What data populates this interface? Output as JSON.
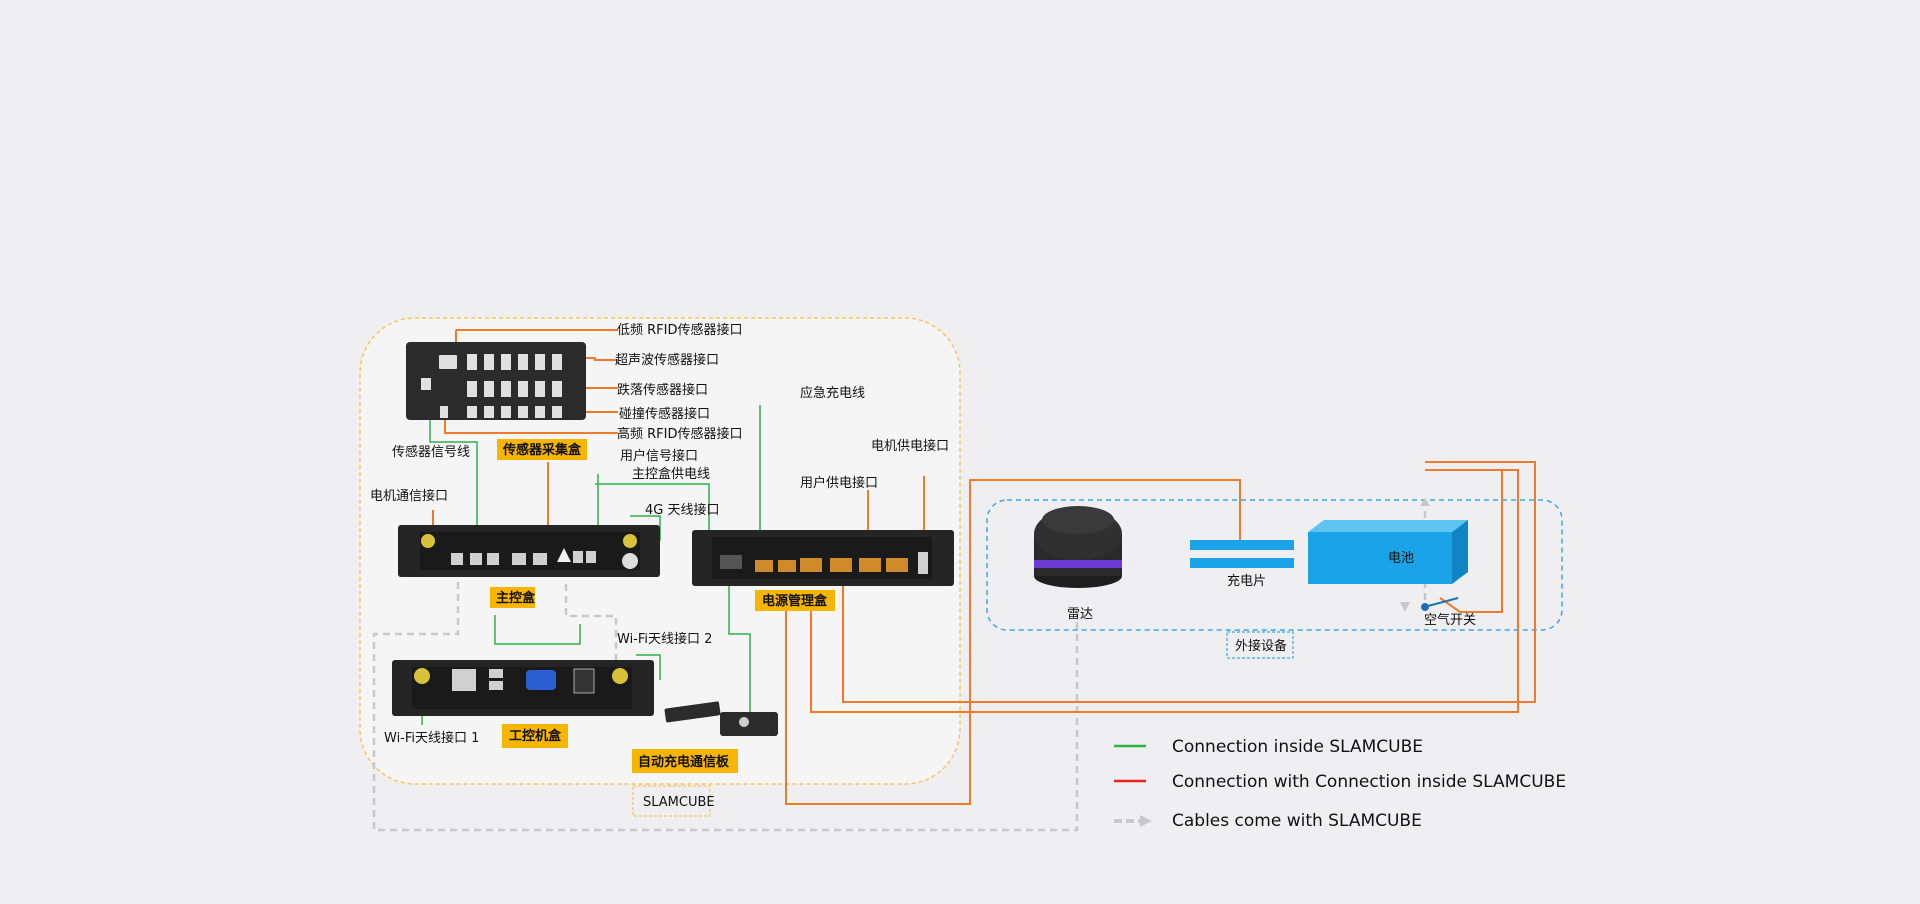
{
  "labels": {
    "low_rfid": "低频 RFID传感器接口",
    "ultrasonic": "超声波传感器接口",
    "cliff": "跌落传感器接口",
    "bump": "碰撞传感器接口",
    "high_rfid": "高频 RFID传感器接口",
    "sensor_signal": "传感器信号线",
    "user_signal": "用户信号接口",
    "main_power": "主控盒供电线",
    "motor_comm": "电机通信接口",
    "antenna_4g": "4G 天线接口",
    "emergency_charge": "应急充电线",
    "user_power": "用户供电接口",
    "motor_power": "电机供电接口",
    "wifi2": "Wi-Fi天线接口 2",
    "wifi1": "Wi-Fi天线接口 1",
    "lidar": "雷达",
    "charge_pad": "充电片",
    "battery": "电池",
    "air_switch": "空气开关"
  },
  "tags": {
    "sensor_box": "传感器采集盒",
    "main_box": "主控盒",
    "power_box": "电源管理盒",
    "ipc_box": "工控机盒",
    "auto_charge": "自动充电通信板",
    "slamcube": "SLAMCUBE",
    "external": "外接设备"
  },
  "legend": [
    {
      "color": "#2db34a",
      "style": "solid",
      "text": "Connection inside SLAMCUBE"
    },
    {
      "color": "#e8231f",
      "style": "solid",
      "text": "Connection with Connection inside SLAMCUBE"
    },
    {
      "color": "#c8c8c8",
      "style": "dashed-arrow",
      "text": "Cables come with SLAMCUBE"
    }
  ],
  "colors": {
    "inside": "#2db34a",
    "external": "#f07a2a",
    "supplied": "#c8c8c8",
    "slamcube_border": "#f6c65b",
    "external_border": "#39a9e8",
    "tag_fill": "#f8b500",
    "battery": "#1aa3e8"
  }
}
